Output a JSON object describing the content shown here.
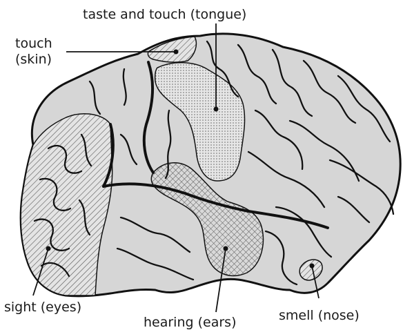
{
  "labels": {
    "taste_touch": "taste and touch (tongue)",
    "touch_line1": "touch",
    "touch_line2": "(skin)",
    "sight": "sight (eyes)",
    "hearing": "hearing (ears)",
    "smell": "smell (nose)"
  },
  "colors": {
    "brain_fill": "#d6d6d6",
    "outline": "#111111"
  }
}
